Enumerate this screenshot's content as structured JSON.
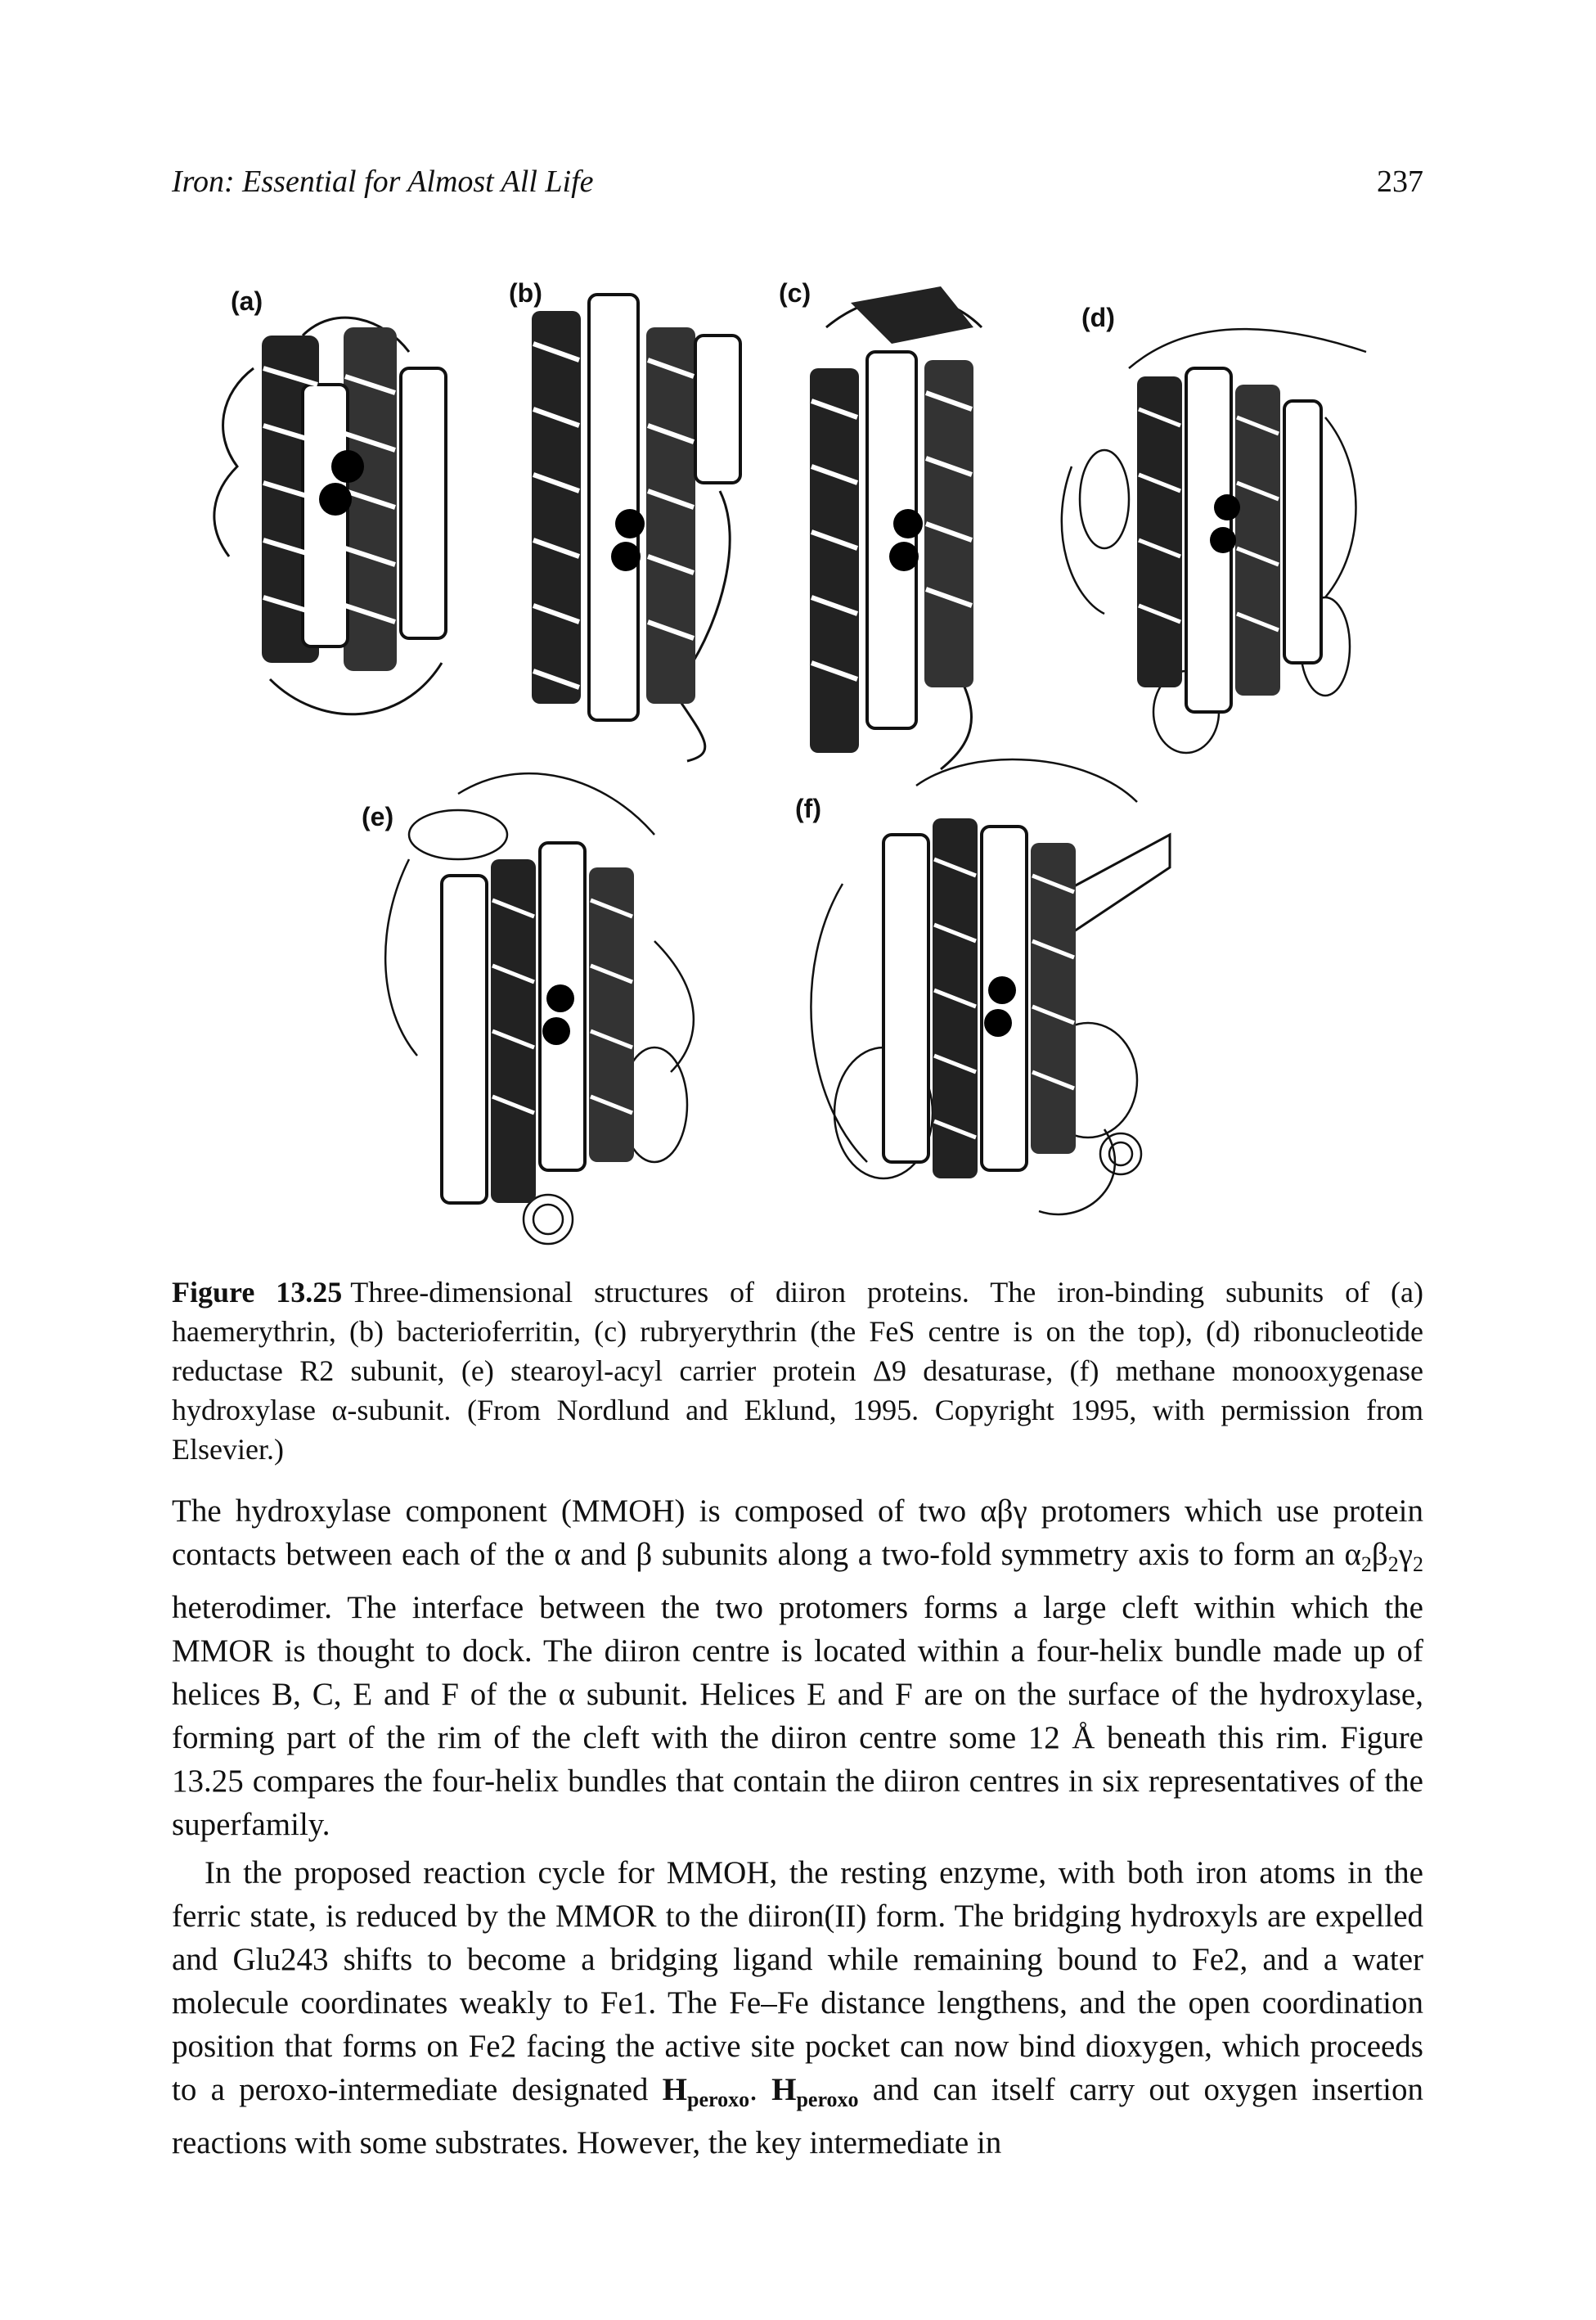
{
  "header": {
    "running_title": "Iron: Essential for Almost All Life",
    "page_number": "237"
  },
  "figure": {
    "panels": [
      {
        "label": "(a)"
      },
      {
        "label": "(b)"
      },
      {
        "label": "(c)"
      },
      {
        "label": "(d)"
      },
      {
        "label": "(e)"
      },
      {
        "label": "(f)"
      }
    ]
  },
  "caption": {
    "label": "Figure 13.25",
    "text": "Three-dimensional structures of diiron proteins. The iron-binding subunits of (a) haemerythrin, (b) bacterioferritin, (c) rubryerythrin (the FeS centre is on the top), (d) ribonucleotide reductase R2 subunit, (e) stearoyl-acyl carrier protein Δ9 desaturase, (f) methane monooxygenase hydroxylase α-subunit. (From Nordlund and Eklund, 1995. Copyright 1995, with permission from Elsevier.)"
  },
  "body": {
    "p1_a": "The hydroxylase component (MMOH) is composed of two αβγ protomers which use protein contacts between each of the α and β subunits along a two-fold symmetry axis to form an α",
    "p1_sub1": "2",
    "p1_b": "β",
    "p1_sub2": "2",
    "p1_c": "γ",
    "p1_sub3": "2",
    "p1_d": " heterodimer. The interface between the two protomers forms a large cleft within which the MMOR is thought to dock. The diiron centre is located within a four-helix bundle made up of helices B, C, E and F of the α subunit. Helices E and F are on the surface of the hydroxylase, forming part of the rim of the cleft with the diiron centre some 12 Å beneath this rim. Figure 13.25 compares the four-helix bundles that contain the diiron centres in six representatives of the superfamily.",
    "p2_a": "In the proposed reaction cycle for MMOH, the resting enzyme, with both iron atoms in the ferric state, is reduced by the MMOR to the diiron(II) form. The bridging hydroxyls are expelled and Glu243 shifts to become a bridging ligand while remaining bound to Fe2, and a water molecule coordinates weakly to Fe1. The Fe–Fe distance lengthens, and the open coordination position that forms on Fe2 facing the active site pocket can now bind dioxygen, which proceeds to a peroxo-intermediate designated ",
    "p2_h1": "H",
    "p2_sub1": "peroxo",
    "p2_b": ". ",
    "p2_h2": "H",
    "p2_sub2": "peroxo",
    "p2_c": " and can itself carry out oxygen insertion reactions with some substrates. However, the key intermediate in"
  }
}
